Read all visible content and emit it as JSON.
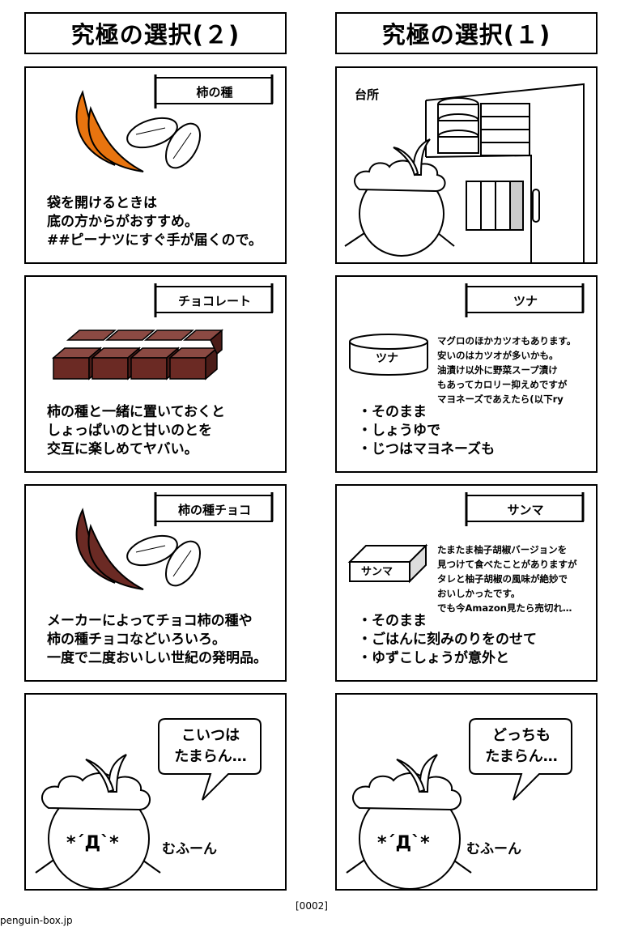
{
  "titles": {
    "left": "究極の選択(２)",
    "right": "究極の選択(１)"
  },
  "left": {
    "p1": {
      "label": "柿の種",
      "text": "袋を開けるときは\n底の方からがおすすめ。\n##ピーナツにすぐ手が届くので。"
    },
    "p2": {
      "label": "チョコレート",
      "text": "柿の種と一緒に置いておくと\nしょっぱいのと甘いのとを\n交互に楽しめてヤバい。"
    },
    "p3": {
      "label": "柿の種チョコ",
      "text": "メーカーによってチョコ柿の種や\n柿の種チョコなどいろいろ。\n一度で二度おいしい世紀の発明品。"
    },
    "p4": {
      "speech": "こいつは\nたまらん…",
      "face": "*´Д`*",
      "sfx": "むふーん"
    }
  },
  "right": {
    "p1": {
      "label": "台所"
    },
    "p2": {
      "label": "ツナ",
      "can_label": "ツナ",
      "note": "マグロのほかカツオもあります。\n安いのはカツオが多いかも。\n油漬け以外に野菜スープ漬け\nもあってカロリー抑えめですが\nマヨネーズであえたら(以下ry",
      "list": "・そのまま\n・しょうゆで\n・じつはマヨネーズも"
    },
    "p3": {
      "label": "サンマ",
      "can_label": "サンマ",
      "note": "たまたま柚子胡椒バージョンを\n見つけて食べたことがありますが\nタレと柚子胡椒の風味が絶妙で\nおいしかったです。\nでも今Amazon見たら売切れ…",
      "list": "・そのまま\n・ごはんに刻みのりをのせて\n・ゆずこしょうが意外と"
    },
    "p4": {
      "speech": "どっちも\nたまらん…",
      "face": "*´Д`*",
      "sfx": "むふーん"
    }
  },
  "footer": {
    "page_id": "[0002]",
    "site": "penguin-box.jp"
  },
  "colors": {
    "kaki": "#E8740F",
    "choco": "#6B2A24",
    "ink": "#000000"
  }
}
